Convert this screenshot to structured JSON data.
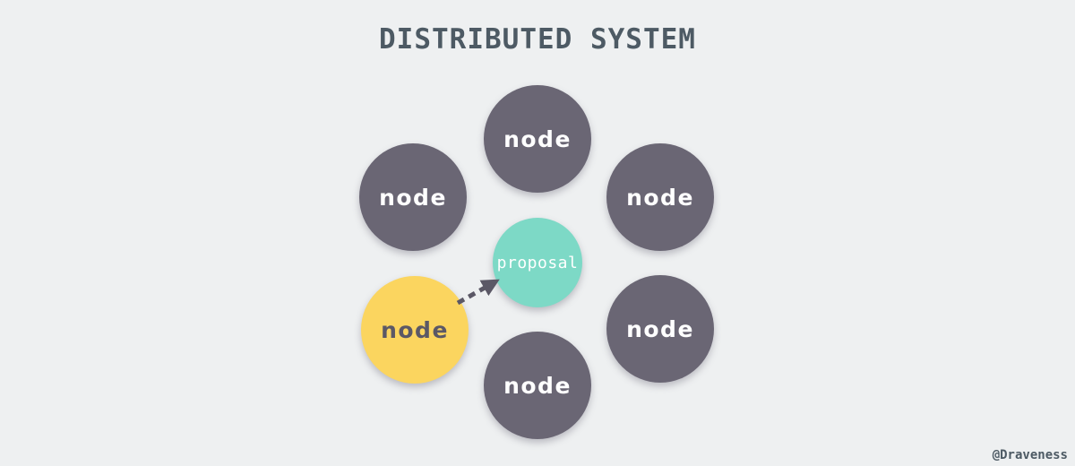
{
  "title": "DISTRIBUTED SYSTEM",
  "watermark": "@Draveness",
  "colors": {
    "background": "#eef0f1",
    "node_fill": "#6a6674",
    "node_text": "#ffffff",
    "highlight_node_fill": "#fbd55f",
    "highlight_node_text": "#5b5866",
    "proposal_fill": "#7dd9c6",
    "proposal_text": "#ffffff",
    "title_text": "#4d5a64",
    "arrow": "#5b5866"
  },
  "diagram": {
    "center": {
      "label": "proposal"
    },
    "nodes": [
      {
        "label": "node",
        "position": "top",
        "highlighted": false
      },
      {
        "label": "node",
        "position": "upper-left",
        "highlighted": false
      },
      {
        "label": "node",
        "position": "upper-right",
        "highlighted": false
      },
      {
        "label": "node",
        "position": "lower-left",
        "highlighted": true
      },
      {
        "label": "node",
        "position": "lower-right",
        "highlighted": false
      },
      {
        "label": "node",
        "position": "bottom",
        "highlighted": false
      }
    ],
    "arrow": {
      "from": "lower-left-node",
      "to": "proposal",
      "style": "dashed"
    }
  }
}
